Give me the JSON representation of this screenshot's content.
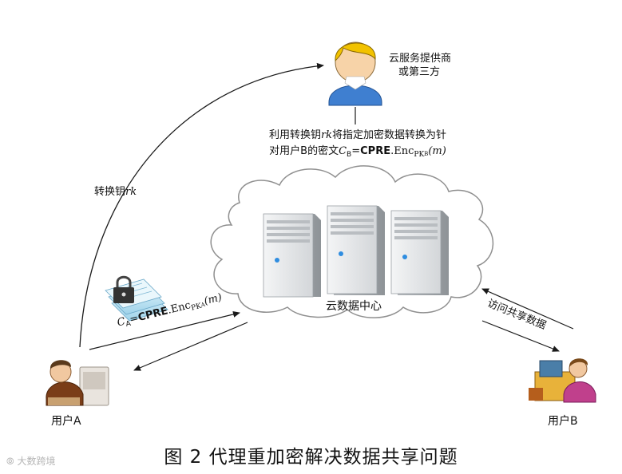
{
  "cloud_provider": {
    "line1": "云服务提供商",
    "line2": "或第三方"
  },
  "reencrypt_note": {
    "line1_prefix": "利用转换钥",
    "line1_key": "rk",
    "line1_suffix": "将指定加密数据转换为针",
    "line2_prefix": "对用户B的密文",
    "line2_C": "C",
    "line2_Csub": "B",
    "line2_eq": "=",
    "line2_cpre": "CPRE",
    "line2_enc": ".Enc",
    "line2_pk": "PK",
    "line2_pksub": "B",
    "line2_m": "(m)"
  },
  "rekey_label": {
    "text": "转换钥",
    "key": "rk"
  },
  "data_center": {
    "label": "云数据中心"
  },
  "upload_formula": {
    "C": "C",
    "Csub": "A",
    "eq": "=",
    "cpre": "CPRE",
    "enc": ".Enc",
    "pk": "PK",
    "pksub": "A",
    "m": "(m)"
  },
  "access_label": "访问共享数据",
  "user_a": "用户A",
  "user_b": "用户B",
  "caption": "图 2  代理重加密解决数据共享问题",
  "watermark": "大数跨境",
  "colors": {
    "arrow": "#1a1a1a",
    "cloud_stroke": "#9a9a9a",
    "server_body": "#e4e6e8",
    "server_side": "#9fa4a8",
    "user_shirt": "#3f7fd0",
    "hair": "#f2c200"
  }
}
